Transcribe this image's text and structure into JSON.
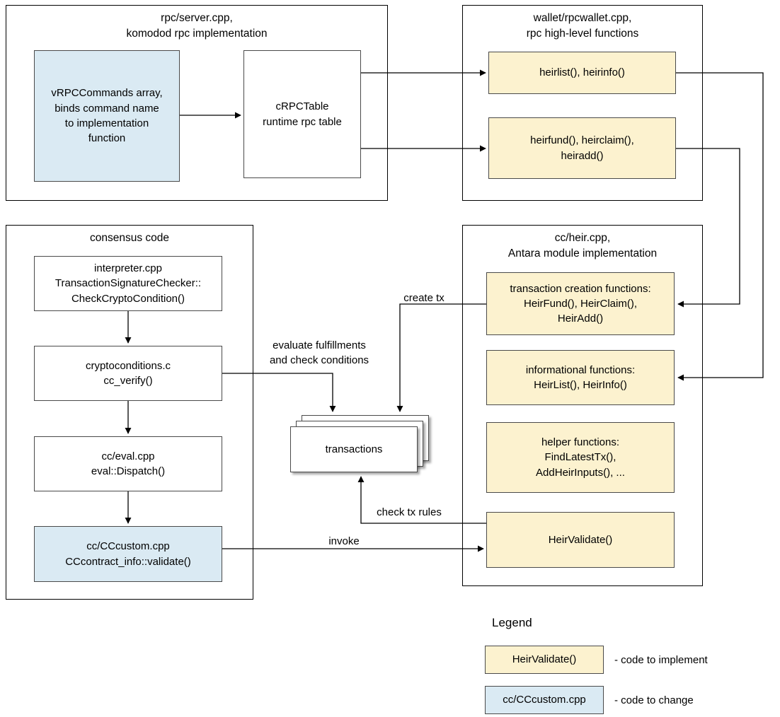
{
  "containers": {
    "rpc_server": {
      "title": "rpc/server.cpp,\nkomodod rpc implementation"
    },
    "wallet": {
      "title": "wallet/rpcwallet.cpp,\nrpc high-level functions"
    },
    "consensus": {
      "title": "consensus code"
    },
    "heir": {
      "title": "cc/heir.cpp,\nAntara module implementation"
    }
  },
  "nodes": {
    "vrpc": {
      "label": "vRPCCommands array,\nbinds command name\nto implementation\nfunction"
    },
    "crpctable": {
      "label": "cRPCTable\nruntime rpc table"
    },
    "heirlist_rpc": {
      "label": "heirlist(), heirinfo()"
    },
    "heirfund_rpc": {
      "label": "heirfund(), heirclaim(),\nheiradd()"
    },
    "interpreter": {
      "label": "interpreter.cpp\nTransactionSignatureChecker::\nCheckCryptoCondition()"
    },
    "cryptoconditions": {
      "label": "cryptoconditions.c\ncc_verify()"
    },
    "cceval": {
      "label": "cc/eval.cpp\neval::Dispatch()"
    },
    "cccustom": {
      "label": "cc/CCcustom.cpp\nCCcontract_info::validate()"
    },
    "tx_creation": {
      "label": "transaction creation functions:\nHeirFund(), HeirClaim(),\nHeirAdd()"
    },
    "informational": {
      "label": "informational functions:\nHeirList(), HeirInfo()"
    },
    "helpers": {
      "label": "helper functions:\nFindLatestTx(),\nAddHeirInputs(), ..."
    },
    "heirvalidate": {
      "label": "HeirValidate()"
    },
    "transactions": {
      "label": "transactions"
    }
  },
  "edge_labels": {
    "evaluate": "evaluate fulfillments\nand check conditions",
    "create_tx": "create tx",
    "check_tx_rules": "check tx rules",
    "invoke": "invoke"
  },
  "legend": {
    "title": "Legend",
    "items": [
      {
        "box": "HeirValidate()",
        "desc": "- code to implement"
      },
      {
        "box": "cc/CCcustom.cpp",
        "desc": "- code to change"
      }
    ]
  },
  "colors": {
    "implement_fill": "#FCF2CF",
    "change_fill": "#DAEAF3",
    "node_border": "#4A4A4A",
    "container_border": "#000000",
    "arrow": "#000000"
  }
}
